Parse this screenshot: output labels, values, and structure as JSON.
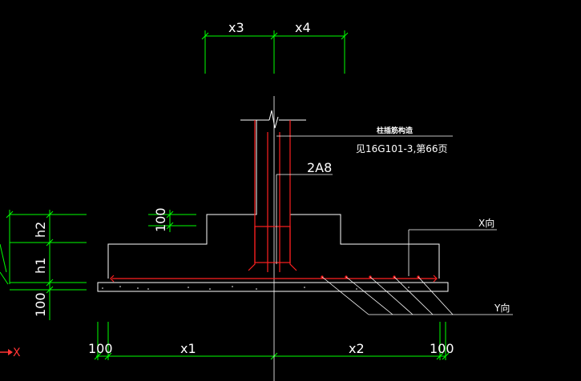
{
  "dimensions": {
    "x1": "x1",
    "x2": "x2",
    "x3": "x3",
    "x4": "x4",
    "h1": "h1",
    "h2": "h2",
    "left_100": "100",
    "right_100": "100",
    "vertical_100": "100",
    "step_100": "100"
  },
  "annotations": {
    "stirrup": "2A8",
    "anchor_title": "柱插筋构造",
    "anchor_ref": "见16G101-3,第66页",
    "x_dir": "X向",
    "y_dir": "Y向"
  },
  "axis": {
    "x_label": "X"
  },
  "colors": {
    "background": "#000000",
    "outline": "#ffffff",
    "dimension": "#00ff00",
    "rebar": "#ff2020",
    "axis": "#ff3333"
  }
}
